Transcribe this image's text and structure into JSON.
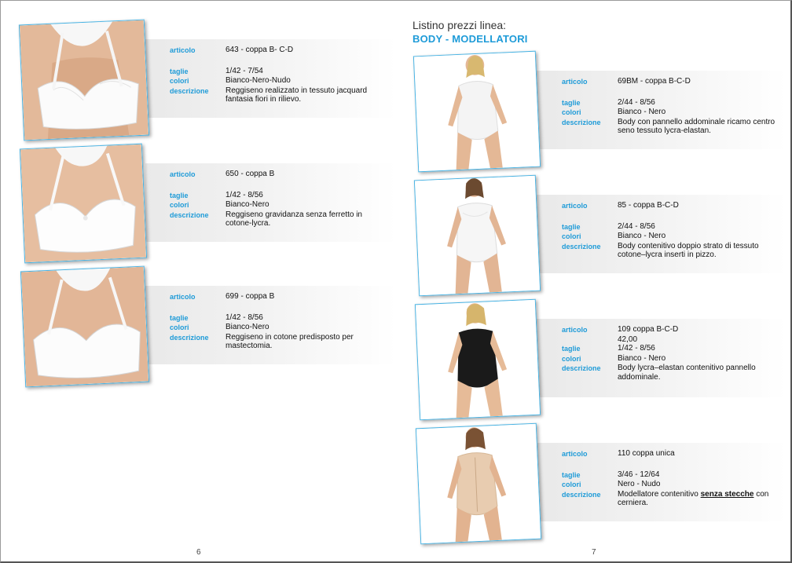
{
  "header": {
    "title": "Listino prezzi linea:",
    "subtitle": "BODY - MODELLATORI"
  },
  "labels": {
    "articolo": "articolo",
    "taglie": "taglie",
    "colori": "colori",
    "descrizione": "descrizione"
  },
  "page_numbers": {
    "left": "6",
    "right": "7"
  },
  "colors": {
    "accent": "#1e9bd8",
    "frame": "#49b3e3"
  },
  "left_products": [
    {
      "articolo": "643 - coppa B- C-D",
      "taglie": "1/42 - 7/54",
      "colori": "Bianco-Nero-Nudo",
      "descrizione": "Reggiseno realizzato in tessuto jacquard fantasia fiori in rilievo."
    },
    {
      "articolo": "650 - coppa B",
      "taglie": "1/42 - 8/56",
      "colori": "Bianco-Nero",
      "descrizione": "Reggiseno gravidanza senza ferretto in cotone-lycra."
    },
    {
      "articolo": "699 - coppa B",
      "taglie": "1/42 - 8/56",
      "colori": "Bianco-Nero",
      "descrizione": "Reggiseno in cotone predisposto per mastectomia."
    }
  ],
  "right_products": [
    {
      "articolo": "69BM - coppa B-C-D",
      "price": "",
      "taglie": "2/44 - 8/56",
      "colori": "Bianco - Nero",
      "descrizione": "Body con pannello addominale ricamo centro seno tessuto lycra-elastan.",
      "desc_bold": "",
      "desc_tail": ""
    },
    {
      "articolo": "85 - coppa B-C-D",
      "price": "",
      "taglie": "2/44 - 8/56",
      "colori": "Bianco - Nero",
      "descrizione": "Body contenitivo doppio strato di tessuto cotone–lycra inserti in pizzo.",
      "desc_bold": "",
      "desc_tail": ""
    },
    {
      "articolo": "109 coppa B-C-D",
      "price": "42,00",
      "taglie": "1/42 - 8/56",
      "colori": "Bianco - Nero",
      "descrizione": "Body lycra–elastan contenitivo pannello addominale.",
      "desc_bold": "",
      "desc_tail": ""
    },
    {
      "articolo": "110 coppa unica",
      "price": "",
      "taglie": "3/46 - 12/64",
      "colori": "Nero - Nudo",
      "descrizione": "Modellatore contenitivo ",
      "desc_bold": "senza stecche",
      "desc_tail": " con cerniera."
    }
  ]
}
